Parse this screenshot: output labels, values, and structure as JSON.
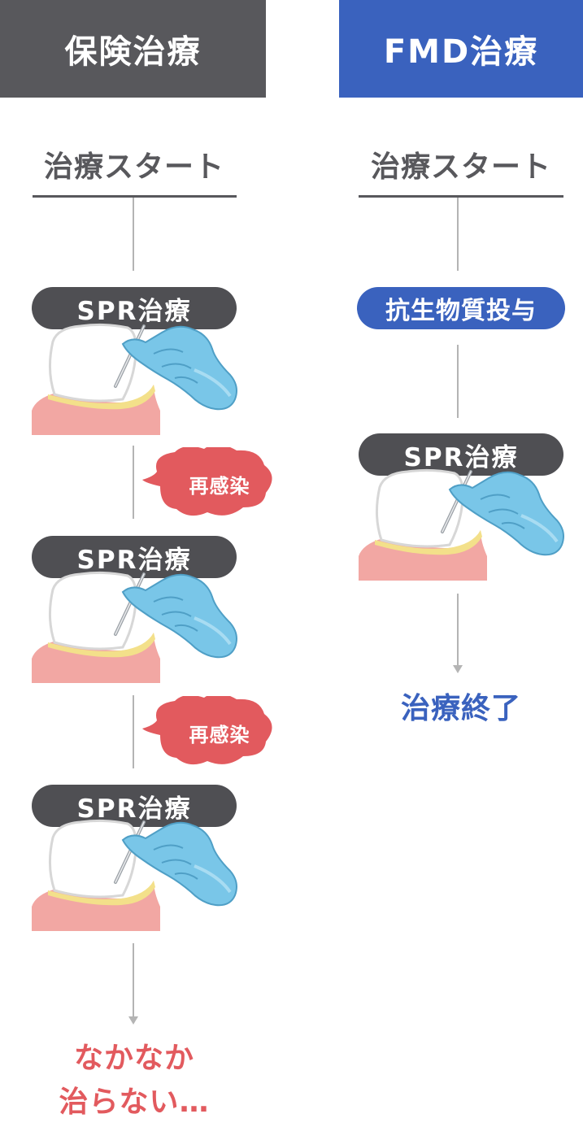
{
  "left_column": {
    "header": "保険治療",
    "start_label": "治療スタート",
    "steps": [
      {
        "label": "SPR治療"
      },
      {
        "label": "SPR治療"
      },
      {
        "label": "SPR治療"
      }
    ],
    "reinfection_label": "再感染",
    "result_line1": "なかなか",
    "result_line2": "治らない…"
  },
  "right_column": {
    "header": "FMD治療",
    "start_label": "治療スタート",
    "antibiotic_label": "抗生物質投与",
    "step_label": "SPR治療",
    "result": "治療終了"
  },
  "colors": {
    "gray_dark": "#58585c",
    "blue": "#3a62be",
    "red": "#e25a5e",
    "connector": "#b4b4b4"
  }
}
